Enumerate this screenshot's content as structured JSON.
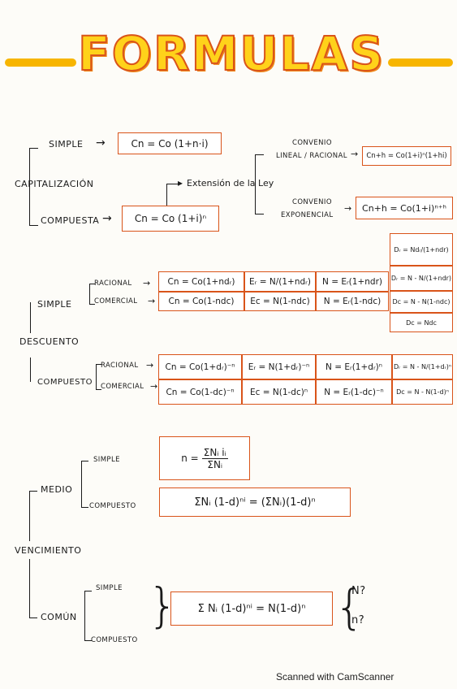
{
  "title": "FORMULAS",
  "capitalizacion": {
    "label": "CAPITALIZACIÓN",
    "simple_label": "SIMPLE",
    "simple_formula": "Cn = Co (1+n·i)",
    "compuesta_label": "COMPUESTA",
    "compuesta_formula": "Cn = Co (1+i)ⁿ",
    "extension_label": "Extensión de la Ley",
    "convenio_lineal_1": "CONVENIO",
    "convenio_lineal_2": "LINEAL / RACIONAL",
    "convenio_lineal_formula": "Cn+h = Co(1+i)ⁿ(1+hi)",
    "convenio_exp_1": "CONVENIO",
    "convenio_exp_2": "EXPONENCIAL",
    "convenio_exp_formula": "Cn+h = Co(1+i)ⁿ⁺ʰ"
  },
  "descuento": {
    "label": "DESCUENTO",
    "simple_label": "SIMPLE",
    "compuesto_label": "COMPUESTO",
    "racional_label": "RACIONAL",
    "comercial_label": "COMERCIAL",
    "simple_racional": [
      "Cn = Co(1+ndᵣ)",
      "Eᵣ = N/(1+ndᵣ)",
      "N = Eᵣ(1+ndr)",
      "Dᵣ = N - N/(1+ndr)"
    ],
    "simple_comercial": [
      "Cn = Co(1-ndc)",
      "Ec = N(1-ndc)",
      "N = Eᵣ(1-ndc)",
      "Dc = N - N(1-ndc)"
    ],
    "side_top": "Dᵣ = Ndᵣ/(1+ndr)",
    "side_bottom": "Dc = Ndc",
    "compuesto_racional": [
      "Cn = Co(1+dᵣ)⁻ⁿ",
      "Eᵣ = N(1+dᵣ)⁻ⁿ",
      "N = Eᵣ(1+dᵣ)ⁿ",
      "Dᵣ = N - N/(1+dᵣ)ⁿ"
    ],
    "compuesto_comercial": [
      "Cn = Co(1-dc)⁻ⁿ",
      "Ec = N(1-dc)ⁿ",
      "N = Eᵣ(1-dc)⁻ⁿ",
      "Dc = N - N(1-d)ⁿ"
    ]
  },
  "vencimiento": {
    "label": "VENCIMIENTO",
    "medio_label": "MEDIO",
    "medio_simple_label": "SIMPLE",
    "medio_simple_num": "ΣNᵢ iᵢ",
    "medio_simple_den": "ΣNᵢ",
    "medio_simple_lhs": "n =",
    "medio_compuesto_label": "COMPUESTO",
    "medio_compuesto_formula": "ΣNᵢ (1-d)ⁿⁱ = (ΣNᵢ)(1-d)ⁿ",
    "comun_label": "COMÚN",
    "comun_simple_label": "SIMPLE",
    "comun_compuesto_label": "COMPUESTO",
    "comun_formula": "Σ Nᵢ (1-d)ⁿⁱ = N(1-d)ⁿ",
    "q1": "N?",
    "q2": "n?"
  },
  "footer": "Scanned with CamScanner"
}
